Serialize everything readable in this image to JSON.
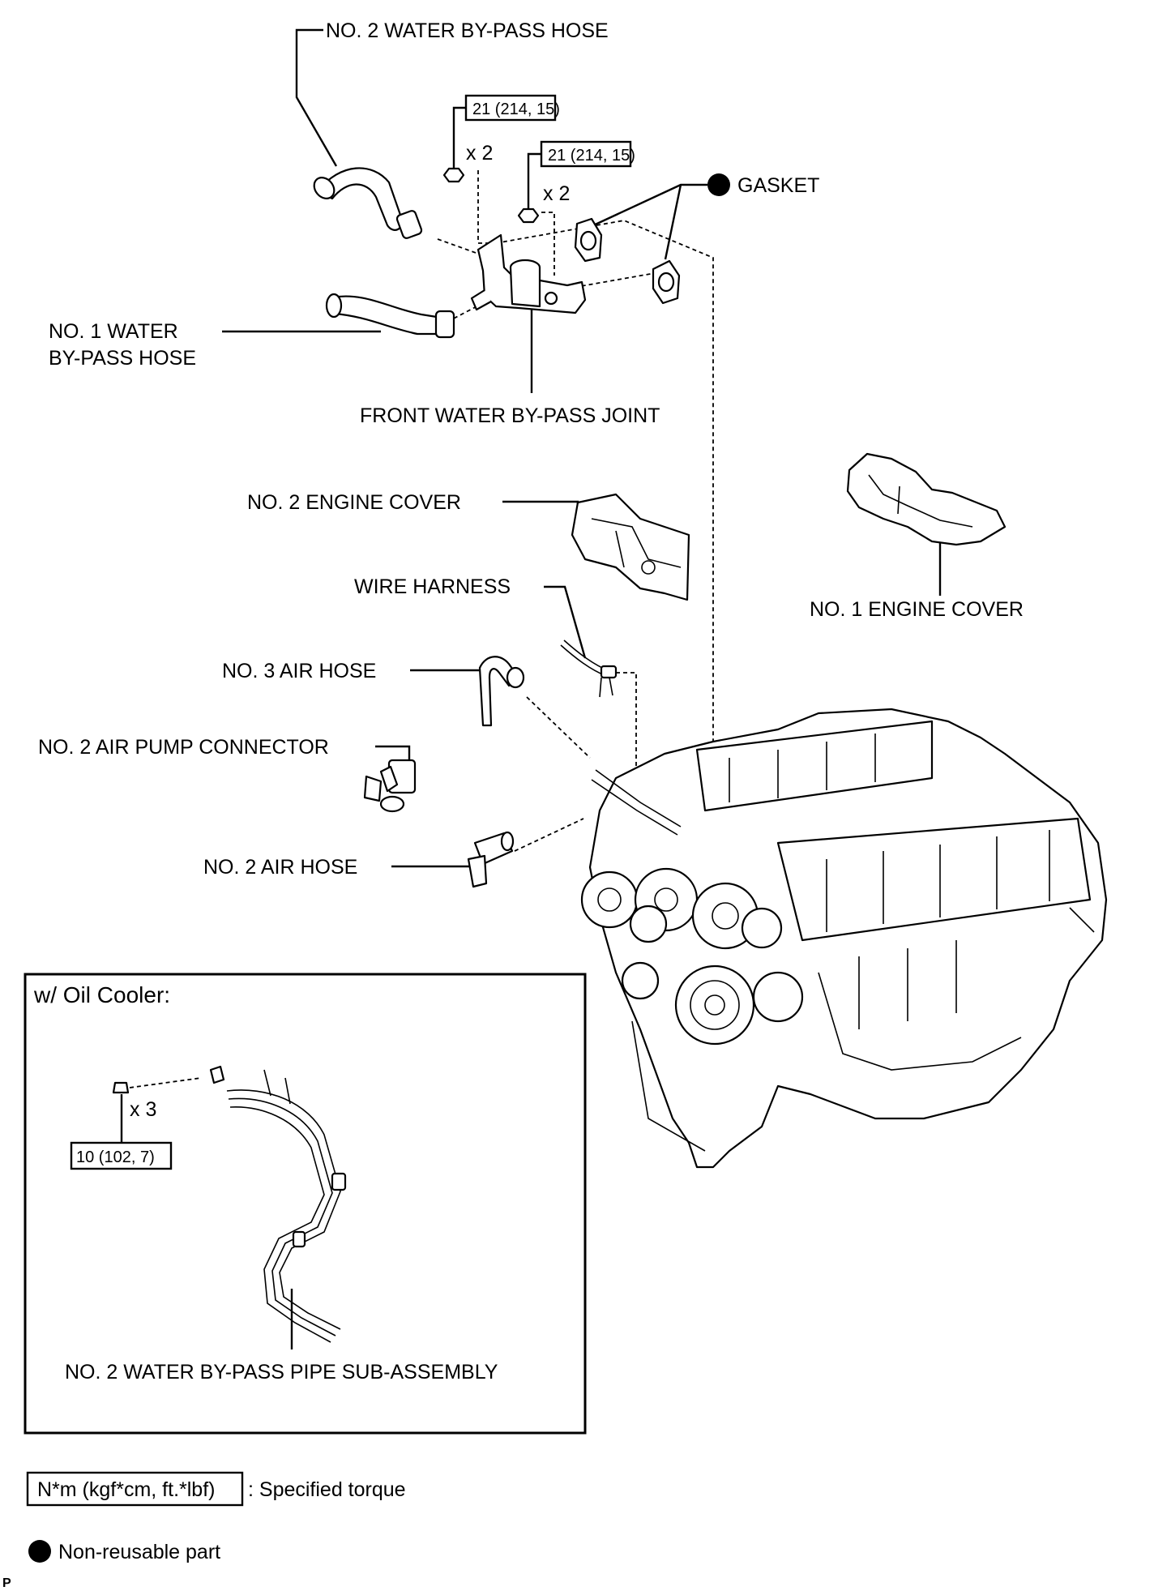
{
  "labels": {
    "no2_water_bypass_hose": "NO. 2 WATER BY-PASS HOSE",
    "gasket": "GASKET",
    "no1_water_bypass_hose_line1": "NO. 1 WATER",
    "no1_water_bypass_hose_line2": "BY-PASS HOSE",
    "front_water_bypass_joint": "FRONT WATER BY-PASS JOINT",
    "no2_engine_cover": "NO. 2 ENGINE COVER",
    "no1_engine_cover": "NO. 1 ENGINE COVER",
    "wire_harness": "WIRE HARNESS",
    "no3_air_hose": "NO. 3 AIR HOSE",
    "no2_air_pump_connector": "NO. 2 AIR PUMP CONNECTOR",
    "no2_air_hose": "NO. 2 AIR HOSE",
    "no2_water_bypass_pipe": "NO. 2 WATER BY-PASS PIPE SUB-ASSEMBLY"
  },
  "torques": {
    "nut_left": "21 (214, 15)",
    "nut_right": "21 (214, 15)",
    "bolt_oil_cooler": "10 (102, 7)"
  },
  "quantities": {
    "nut_left": "x 2",
    "nut_right": "x 2",
    "bolt_oil_cooler": "x 3"
  },
  "inset": {
    "title": "w/ Oil Cooler:"
  },
  "legend": {
    "torque_box": "N*m (kgf*cm, ft.*lbf)",
    "torque_desc": ": Specified torque",
    "nonreusable_desc": "Non-reusable part"
  },
  "corner_mark": "P"
}
